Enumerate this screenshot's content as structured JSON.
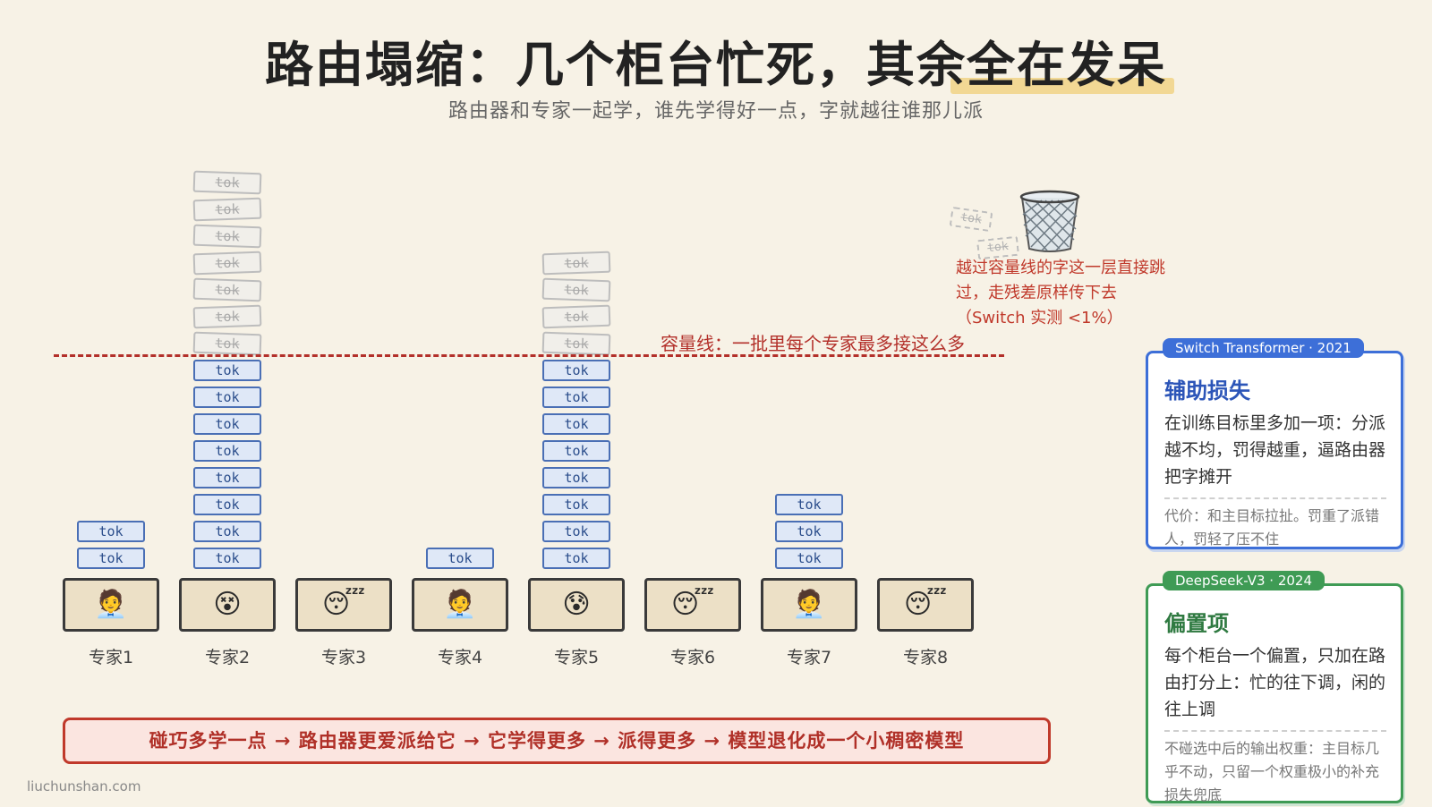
{
  "title": "路由塌缩：几个柜台忙死，其余全在发呆",
  "subtitle": "路由器和专家一起学，谁先学得好一点，字就越往谁那儿派",
  "capacity_label": "容量线：一批里每个专家最多接这么多",
  "token_text": "tok",
  "experts": [
    {
      "label": "专家1",
      "icon": "person-icon",
      "emoji": "🧑‍💼",
      "tokens": 2,
      "over": 0
    },
    {
      "label": "专家2",
      "icon": "dizzy-face-icon",
      "emoji": "😵",
      "tokens": 8,
      "over": 7
    },
    {
      "label": "专家3",
      "icon": "sleeping-face-icon",
      "emoji": "😴",
      "tokens": 0,
      "over": 0
    },
    {
      "label": "专家4",
      "icon": "person-icon",
      "emoji": "🧑‍💼",
      "tokens": 1,
      "over": 0
    },
    {
      "label": "专家5",
      "icon": "anxious-face-icon",
      "emoji": "😰",
      "tokens": 8,
      "over": 4
    },
    {
      "label": "专家6",
      "icon": "sleeping-face-icon",
      "emoji": "😴",
      "tokens": 0,
      "over": 0
    },
    {
      "label": "专家7",
      "icon": "person-icon",
      "emoji": "🧑‍💼",
      "tokens": 3,
      "over": 0
    },
    {
      "label": "专家8",
      "icon": "sleeping-face-icon",
      "emoji": "😴",
      "tokens": 0,
      "over": 0
    }
  ],
  "trash_icon": "wastebasket-icon",
  "trash_note": "越过容量线的字这一层直接跳过，走残差原样传下去（Switch 实测 <1%）",
  "chain": "碰巧多学一点 → 路由器更爱派给它 → 它学得更多 → 派得更多 → 模型退化成一个小稠密模型",
  "footer": "liuchunshan.com",
  "cards": {
    "aux": {
      "tag": "Switch Transformer · 2021",
      "title": "辅助损失",
      "body": "在训练目标里多加一项：分派越不均，罚得越重，逼路由器把字摊开",
      "note": "代价：和主目标拉扯。罚重了派错人，罚轻了压不住"
    },
    "bias": {
      "tag": "DeepSeek-V3 · 2024",
      "title": "偏置项",
      "body": "每个柜台一个偏置，只加在路由打分上：忙的往下调，闲的往上调",
      "note": "不碰选中后的输出权重：主目标几乎不动，只留一个权重极小的补充损失兜底"
    }
  },
  "colors": {
    "background": "#f7f2e6",
    "capacity_line": "#b3302a",
    "token": "#4a6fb5",
    "card_blue": "#3d6fd8",
    "card_green": "#3f9b55"
  }
}
